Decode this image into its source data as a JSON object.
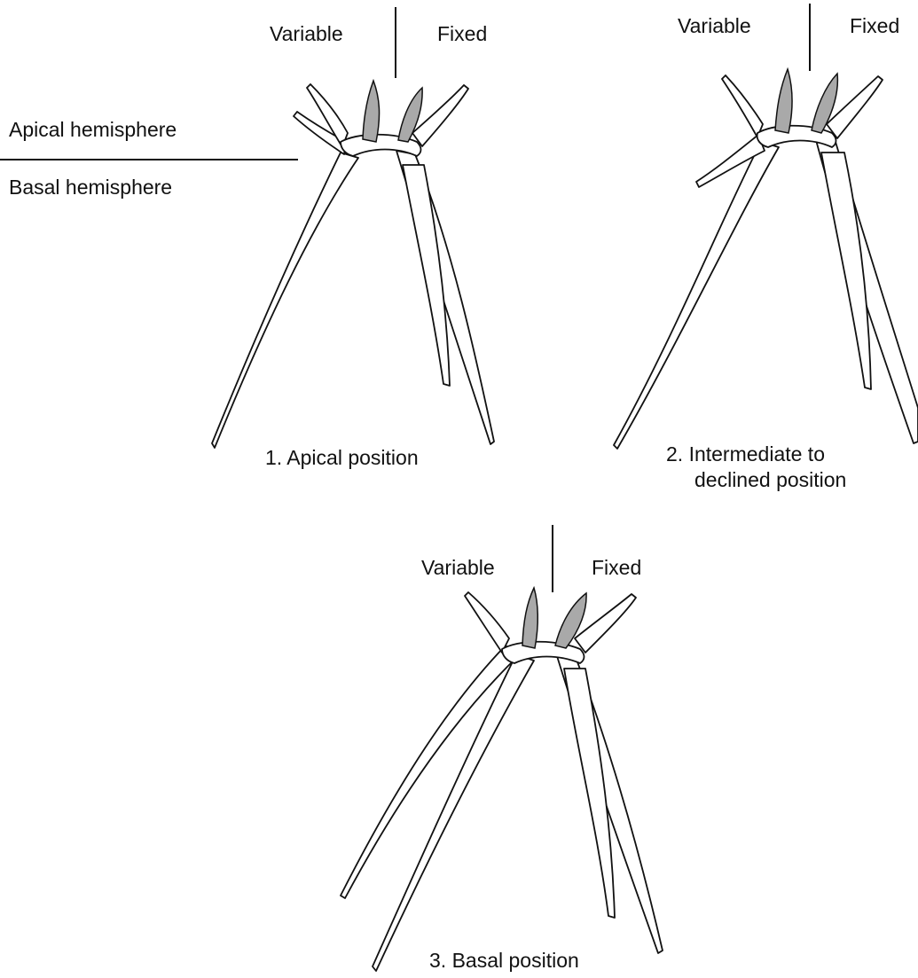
{
  "legend": {
    "apical_hemisphere": "Apical hemisphere",
    "basal_hemisphere": "Basal hemisphere"
  },
  "specimens": [
    {
      "variable_label": "Variable",
      "fixed_label": "Fixed",
      "caption": "1. Apical position"
    },
    {
      "variable_label": "Variable",
      "fixed_label": "Fixed",
      "caption_line1": "2. Intermediate to",
      "caption_line2": "declined position"
    },
    {
      "variable_label": "Variable",
      "fixed_label": "Fixed",
      "caption": "3. Basal position"
    }
  ],
  "colors": {
    "outline": "#111111",
    "shaded_spine": "#a9a9a9",
    "background": "#ffffff"
  }
}
